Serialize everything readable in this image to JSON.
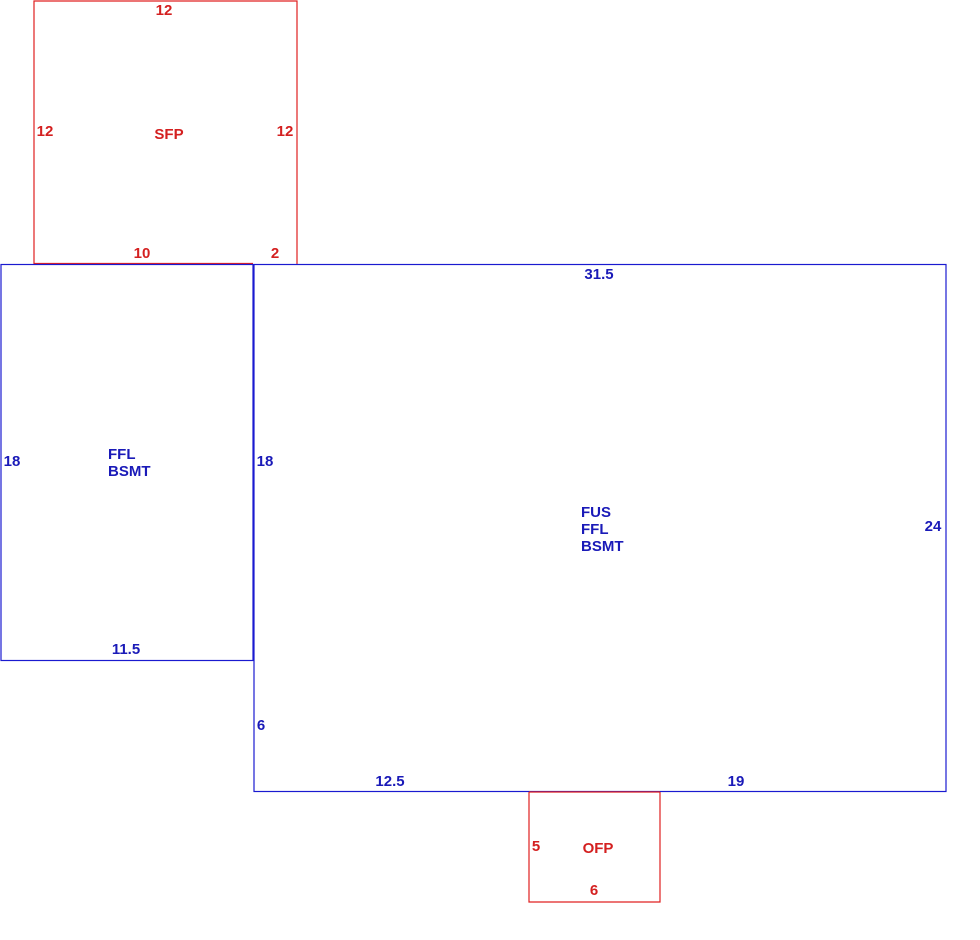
{
  "colors": {
    "porch": "#e02020",
    "living": "#1a1ad0"
  },
  "sfp": {
    "label": "SFP",
    "dim_top": "12",
    "dim_left": "12",
    "dim_right": "12",
    "dim_bottom_a": "10",
    "dim_bottom_b": "2"
  },
  "west_wing": {
    "label_1": "FFL",
    "label_2": "BSMT",
    "dim_left": "18",
    "dim_right": "18",
    "dim_bottom": "11.5"
  },
  "main_house": {
    "label_1": "FUS",
    "label_2": "FFL",
    "label_3": "BSMT",
    "dim_top": "31.5",
    "dim_right": "24",
    "dim_left_lower": "6",
    "dim_bottom_a": "12.5",
    "dim_bottom_b": "19"
  },
  "ofp": {
    "label": "OFP",
    "dim_left": "5",
    "dim_bottom": "6"
  }
}
